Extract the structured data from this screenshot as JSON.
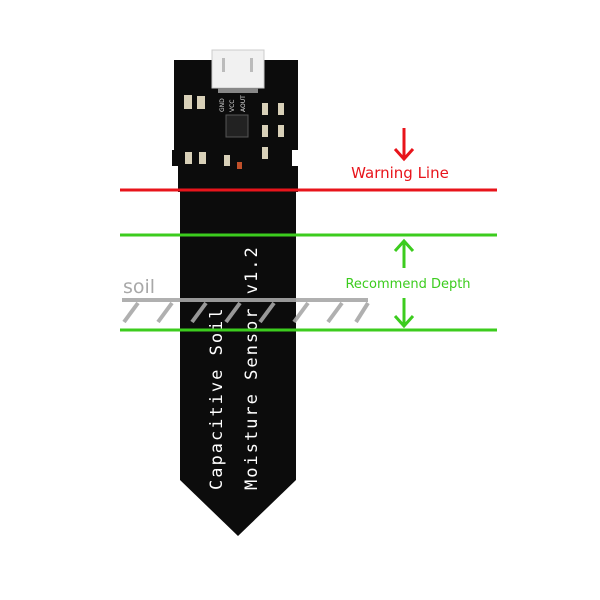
{
  "labels": {
    "warning": "Warning Line",
    "recommend": "Recommend Depth",
    "soil": "soil"
  },
  "board": {
    "line1": "Capacitive Soil",
    "line2": "Moisture Sensor v1.2",
    "pins": [
      "GND",
      "VCC",
      "AOUT"
    ]
  },
  "colors": {
    "warning": "#e8141b",
    "recommend": "#3ccc1e",
    "soil": "#a8a8a8",
    "board": "#0c0c0c"
  }
}
